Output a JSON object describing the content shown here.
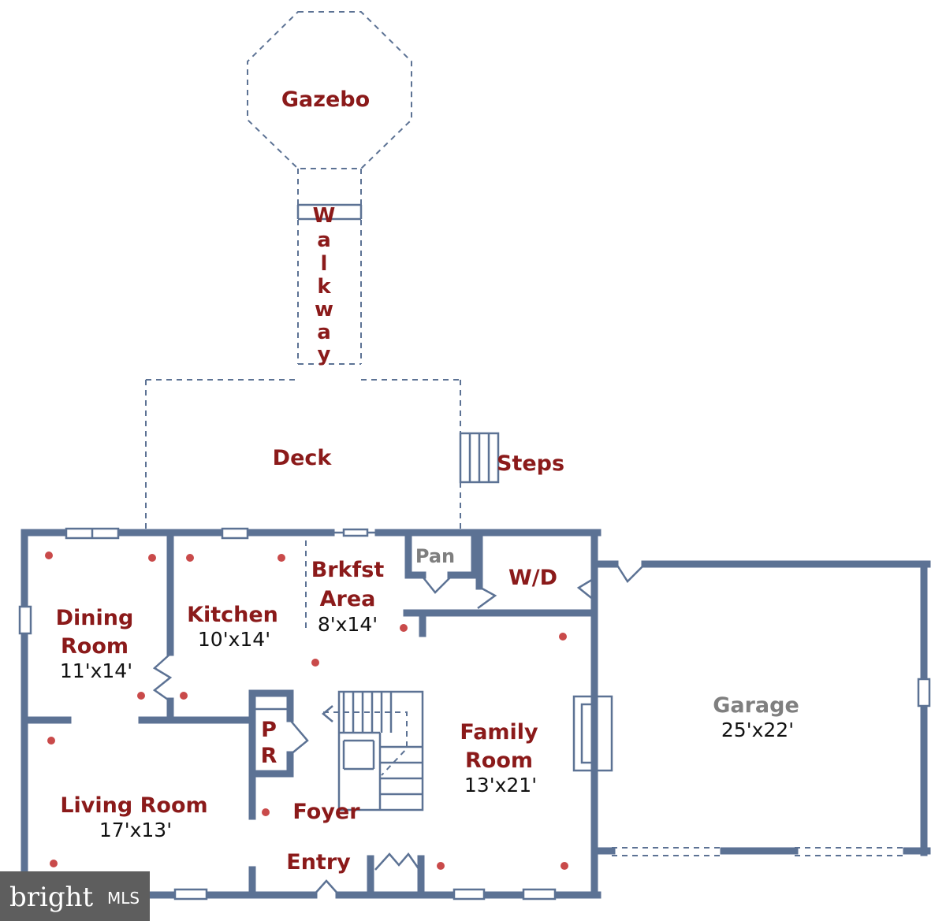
{
  "rooms": {
    "gazebo": "Gazebo",
    "walkway_letters": [
      "W",
      "a",
      "l",
      "k",
      "w",
      "a",
      "y"
    ],
    "deck": "Deck",
    "steps": "Steps",
    "pantry": "Pan",
    "washer_dryer": "W/D",
    "breakfast_line1": "Brkfst",
    "breakfast_line2": "Area",
    "breakfast_size": "8'x14'",
    "dining_line1": "Dining",
    "dining_line2": "Room",
    "dining_size": "11'x14'",
    "kitchen": "Kitchen",
    "kitchen_size": "10'x14'",
    "powder_line1": "P",
    "powder_line2": "R",
    "family_line1": "Family",
    "family_line2": "Room",
    "family_size": "13'x21'",
    "garage": "Garage",
    "garage_size": "25'x22'",
    "living": "Living Room",
    "living_size": "17'x13'",
    "foyer": "Foyer",
    "entry": "Entry"
  },
  "watermark": {
    "brand": "bright",
    "suffix": "MLS"
  },
  "colors": {
    "wall": "#5c7294",
    "label": "#8b1a1a",
    "garage_label": "#7f7f7f",
    "light_fixture": "#c94a4a",
    "watermark_bg": "#5e5e5e"
  }
}
